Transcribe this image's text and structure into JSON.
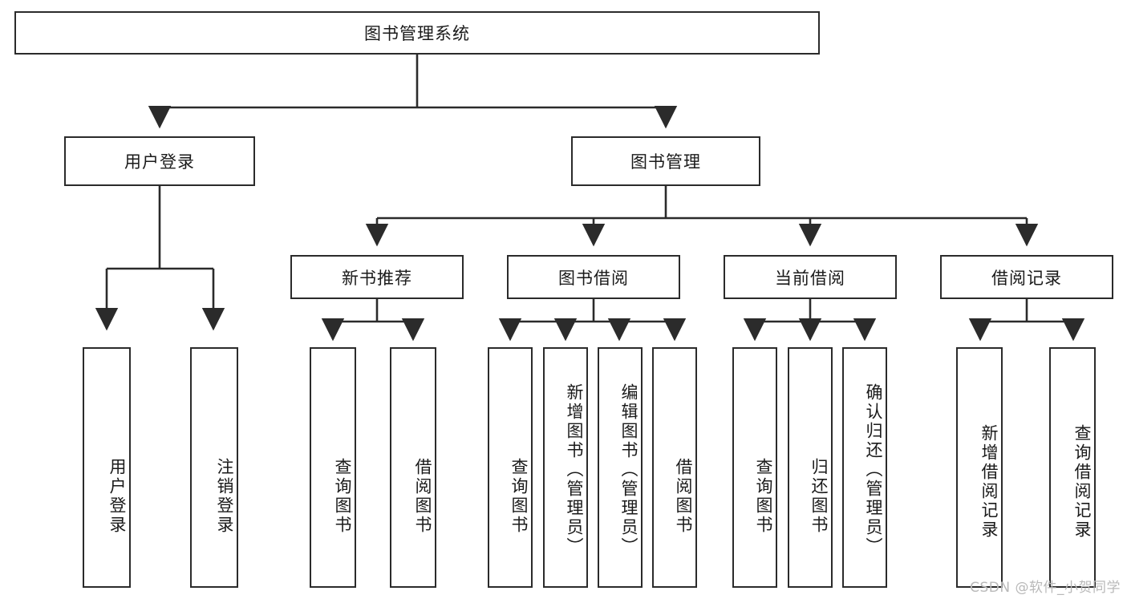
{
  "diagram": {
    "title": "图书管理系统",
    "type": "tree-hierarchy",
    "watermark": "CSDN @软件_小贺同学",
    "colors": {
      "stroke": "#2b2b2b",
      "fill": "#ffffff",
      "text": "#1a1a1a",
      "watermark": "#b9b9b9"
    },
    "root": {
      "id": "root",
      "label": "图书管理系统"
    },
    "level2": [
      {
        "id": "user-login",
        "label": "用户登录"
      },
      {
        "id": "book-management",
        "label": "图书管理"
      }
    ],
    "level3": [
      {
        "id": "new-book-recommend",
        "label": "新书推荐",
        "parent": "book-management"
      },
      {
        "id": "book-borrow",
        "label": "图书借阅",
        "parent": "book-management"
      },
      {
        "id": "current-borrow",
        "label": "当前借阅",
        "parent": "book-management"
      },
      {
        "id": "borrow-record",
        "label": "借阅记录",
        "parent": "book-management"
      }
    ],
    "leaves": [
      {
        "id": "leaf-user-login",
        "label": "用户登录",
        "parent": "user-login"
      },
      {
        "id": "leaf-user-logout",
        "label": "注销登录",
        "parent": "user-login"
      },
      {
        "id": "leaf-query-book-1",
        "label": "查询图书",
        "parent": "new-book-recommend"
      },
      {
        "id": "leaf-borrow-book-1",
        "label": "借阅图书",
        "parent": "new-book-recommend"
      },
      {
        "id": "leaf-query-book-2",
        "label": "查询图书",
        "parent": "book-borrow"
      },
      {
        "id": "leaf-add-book",
        "label": "新增图书（管理员）",
        "parent": "book-borrow"
      },
      {
        "id": "leaf-edit-book",
        "label": "编辑图书（管理员）",
        "parent": "book-borrow"
      },
      {
        "id": "leaf-borrow-book-2",
        "label": "借阅图书",
        "parent": "book-borrow"
      },
      {
        "id": "leaf-query-book-3",
        "label": "查询图书",
        "parent": "current-borrow"
      },
      {
        "id": "leaf-return-book",
        "label": "归还图书",
        "parent": "current-borrow"
      },
      {
        "id": "leaf-confirm-return",
        "label": "确认归还（管理员）",
        "parent": "current-borrow"
      },
      {
        "id": "leaf-add-record",
        "label": "新增借阅记录",
        "parent": "borrow-record"
      },
      {
        "id": "leaf-query-record",
        "label": "查询借阅记录",
        "parent": "borrow-record"
      }
    ]
  }
}
